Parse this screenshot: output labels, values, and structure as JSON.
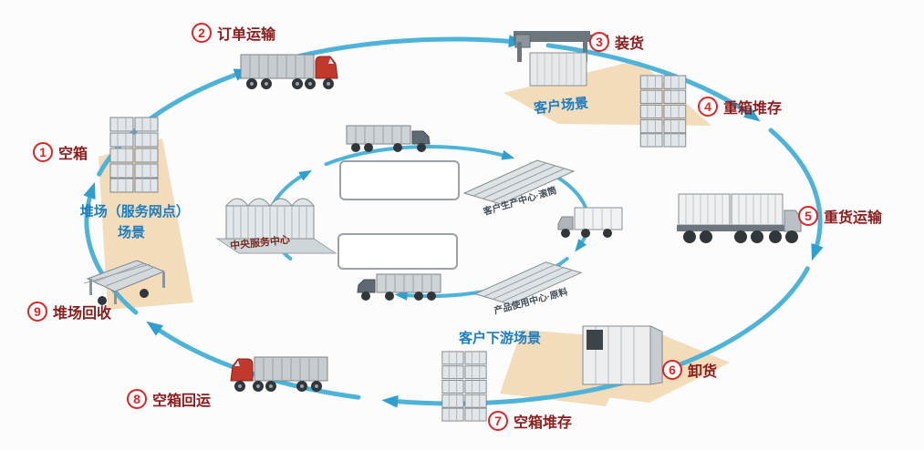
{
  "colors": {
    "arrow": "#4db3d8",
    "arrowhead": "#2f9fcd",
    "badge_red": "#e02424",
    "step_text": "#8c1b1b",
    "scene_text": "#1d7dc2",
    "scene_bg": "#f3dcba"
  },
  "steps": [
    {
      "num": "1",
      "label": "空箱"
    },
    {
      "num": "2",
      "label": "订单运输"
    },
    {
      "num": "3",
      "label": "装货"
    },
    {
      "num": "4",
      "label": "重箱堆存"
    },
    {
      "num": "5",
      "label": "重货运输"
    },
    {
      "num": "6",
      "label": "卸货"
    },
    {
      "num": "7",
      "label": "空箱堆存"
    },
    {
      "num": "8",
      "label": "空箱回运"
    },
    {
      "num": "9",
      "label": "堆场回收"
    }
  ],
  "scenes": {
    "customer": "客户场景",
    "yard": "堆场（服务网点）场景",
    "downstream": "客户下游场景"
  },
  "center": {
    "hub": "中央服务中心",
    "production": "客户生产中心·滚筒",
    "usage": "产品使用中心·原料"
  }
}
